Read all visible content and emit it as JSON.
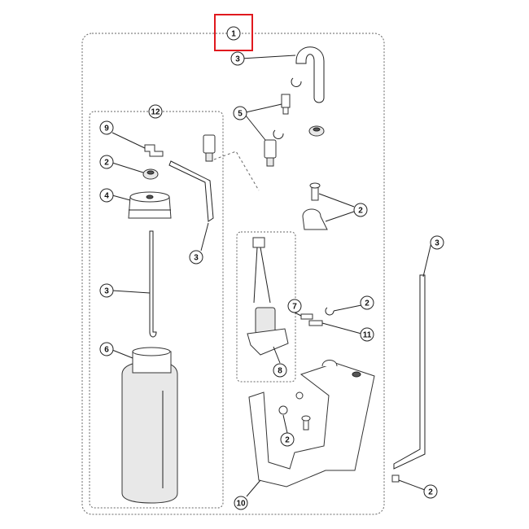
{
  "diagram": {
    "highlight_color": "#e0191e",
    "callouts": [
      {
        "id": "c-1",
        "label": "1"
      },
      {
        "id": "c-3a",
        "label": "3"
      },
      {
        "id": "c-12",
        "label": "12"
      },
      {
        "id": "c-5",
        "label": "5"
      },
      {
        "id": "c-9",
        "label": "9"
      },
      {
        "id": "c-2a",
        "label": "2"
      },
      {
        "id": "c-4",
        "label": "4"
      },
      {
        "id": "c-2b",
        "label": "2"
      },
      {
        "id": "c-3b",
        "label": "3"
      },
      {
        "id": "c-3c",
        "label": "3"
      },
      {
        "id": "c-3d",
        "label": "3"
      },
      {
        "id": "c-7",
        "label": "7"
      },
      {
        "id": "c-2c",
        "label": "2"
      },
      {
        "id": "c-11",
        "label": "11"
      },
      {
        "id": "c-6",
        "label": "6"
      },
      {
        "id": "c-8",
        "label": "8"
      },
      {
        "id": "c-2d",
        "label": "2"
      },
      {
        "id": "c-10",
        "label": "10"
      },
      {
        "id": "c-2e",
        "label": "2"
      }
    ]
  }
}
